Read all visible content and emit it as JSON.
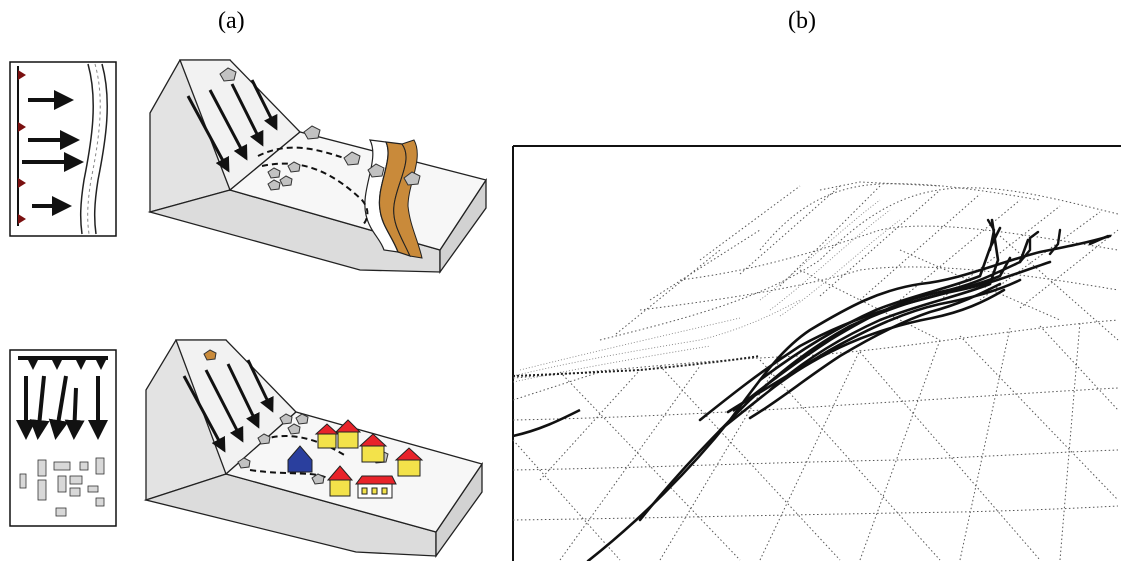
{
  "panels": {
    "a": {
      "label": "(a)"
    },
    "b": {
      "label": "(b)"
    }
  },
  "colors": {
    "ink": "#111111",
    "slope_face": "#eeeeee",
    "slope_side": "#e6e6e6",
    "river_bank": "#c98a3a",
    "rock": "#bbbbbb",
    "house_red_roof": "#e8232a",
    "house_yellow_wall": "#f3e24a",
    "house_blue": "#2a3f9e"
  },
  "icons": [
    "plan-view-river-icon",
    "plan-view-settlement-icon",
    "rockfall-slope-river-illustration",
    "rockfall-slope-settlement-illustration",
    "terrain-mesh-with-rockfall-trajectories"
  ]
}
